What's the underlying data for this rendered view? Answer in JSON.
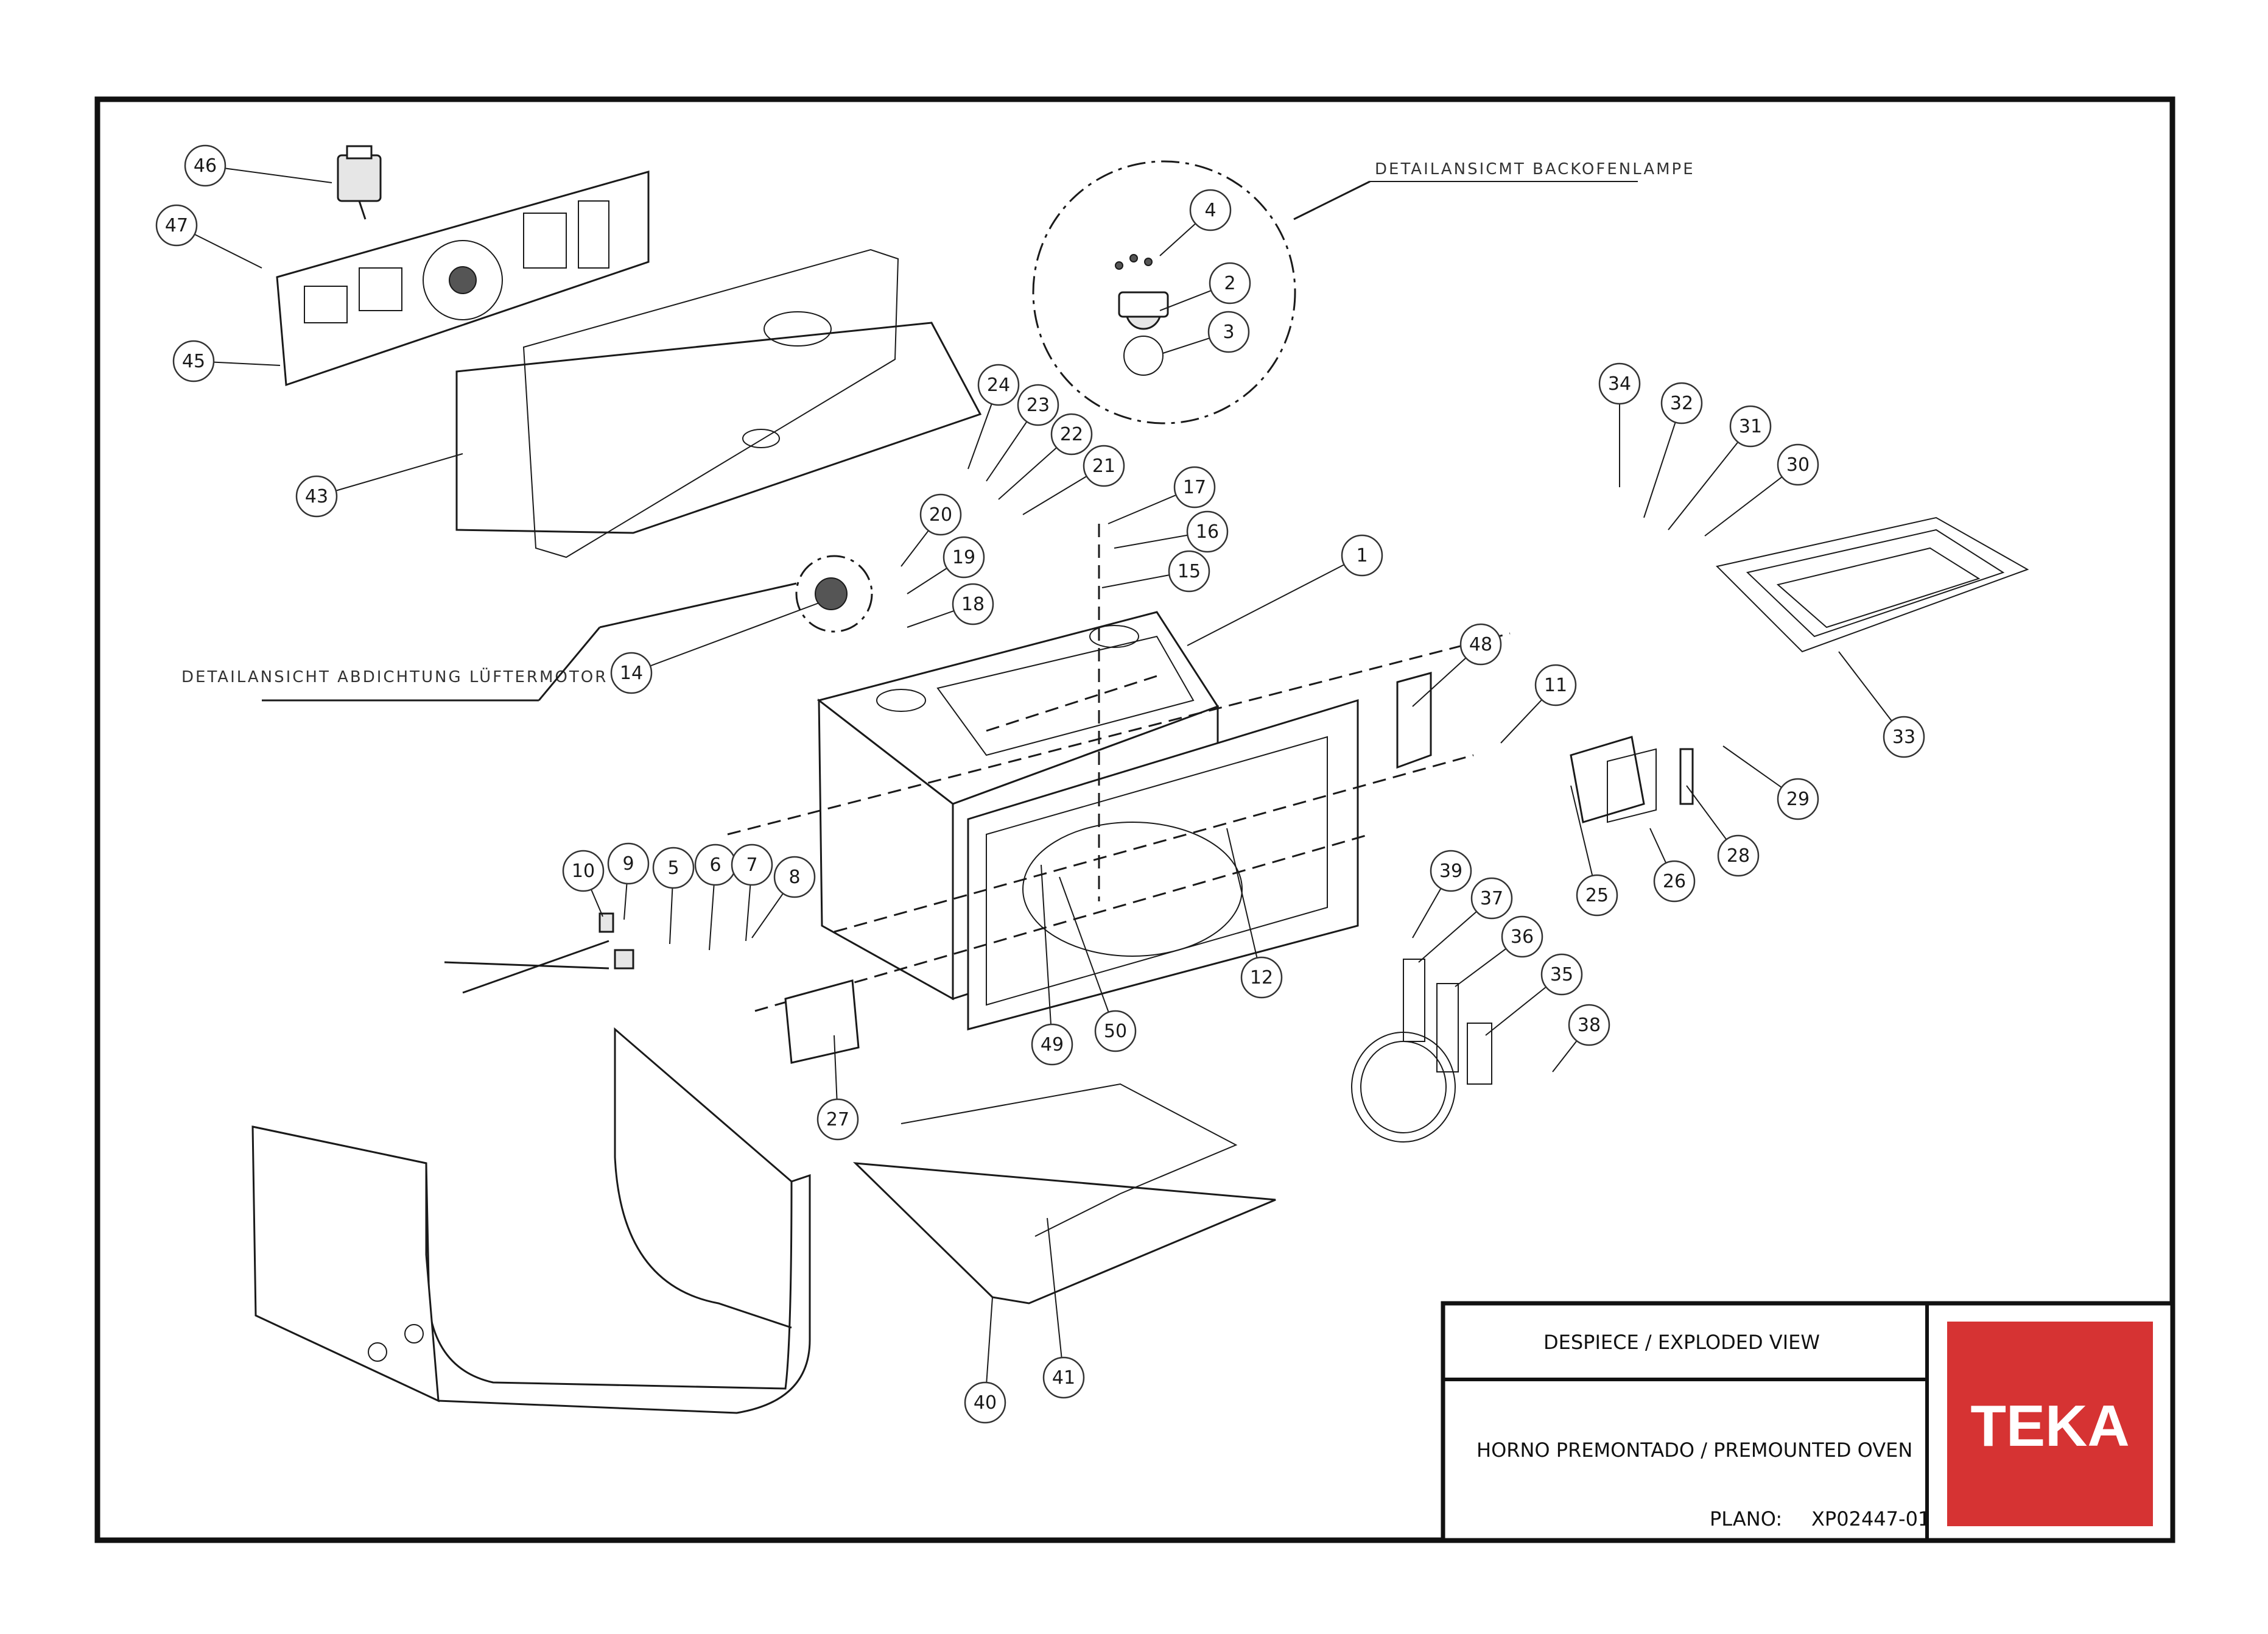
{
  "title_block": {
    "view_title": "DESPIECE / EXPLODED VIEW",
    "product": "HORNO PREMONTADO / PREMOUNTED OVEN",
    "drawing_label": "PLANO:",
    "drawing_number": "XP02447-01"
  },
  "brand": {
    "name": "TEKA",
    "color": "#d63333"
  },
  "detail_labels": {
    "lamp": "DETAILANSICMT BACKOFENLAMPE",
    "fan_seal": "DETAILANSICHT ABDICHTUNG LÜFTERMOTOR"
  },
  "callouts": [
    "1",
    "2",
    "3",
    "4",
    "5",
    "6",
    "7",
    "8",
    "9",
    "10",
    "11",
    "12",
    "14",
    "15",
    "16",
    "17",
    "18",
    "19",
    "20",
    "21",
    "22",
    "23",
    "24",
    "25",
    "26",
    "27",
    "28",
    "29",
    "30",
    "31",
    "32",
    "33",
    "34",
    "35",
    "36",
    "37",
    "38",
    "39",
    "40",
    "41",
    "43",
    "45",
    "46",
    "47",
    "48",
    "49",
    "50"
  ]
}
